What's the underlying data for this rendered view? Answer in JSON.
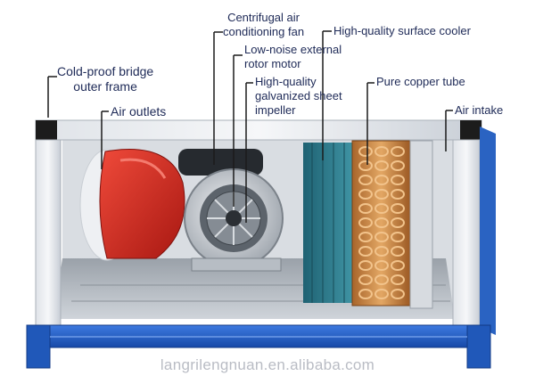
{
  "labels": {
    "cold_proof_frame": [
      "Cold-proof bridge",
      "outer frame"
    ],
    "air_outlets": "Air outlets",
    "centrifugal_fan": [
      "Centrifugal air",
      "conditioning fan"
    ],
    "rotor_motor": [
      "Low-noise external",
      "rotor motor"
    ],
    "impeller": [
      "High-quality",
      "galvanized sheet",
      "impeller"
    ],
    "surface_cooler": "High-quality surface cooler",
    "copper_tube": "Pure copper tube",
    "air_intake": "Air intake"
  },
  "watermark": "langrilengnuan.en.alibaba.com",
  "colors": {
    "label_text": "#1e2a57",
    "frame_blue": "#1f5fc8",
    "fan_red": "#d42a24",
    "copper": "#c9823e",
    "fin_teal": "#2f7f8f"
  }
}
